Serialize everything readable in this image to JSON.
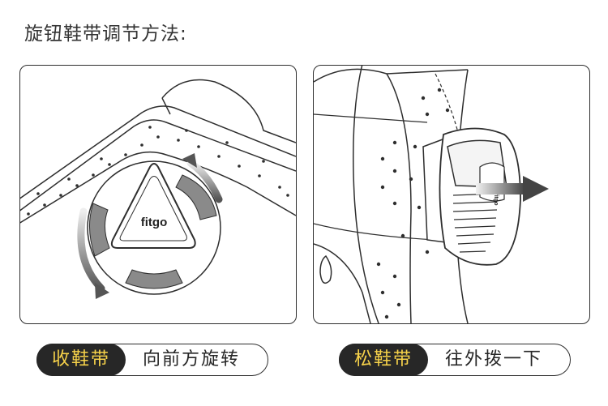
{
  "title": "旋钮鞋带调节方法:",
  "illustrations": {
    "left": {
      "brand": "fitgo"
    },
    "right": {
      "brand": "fitgo"
    }
  },
  "actions": [
    {
      "tag": "收鞋带",
      "description": "向前方旋转"
    },
    {
      "tag": "松鞋带",
      "description": "往外拨一下"
    }
  ],
  "colors": {
    "tag_bg": "#272727",
    "tag_text": "#f7d24a",
    "line": "#2e2e2e"
  }
}
